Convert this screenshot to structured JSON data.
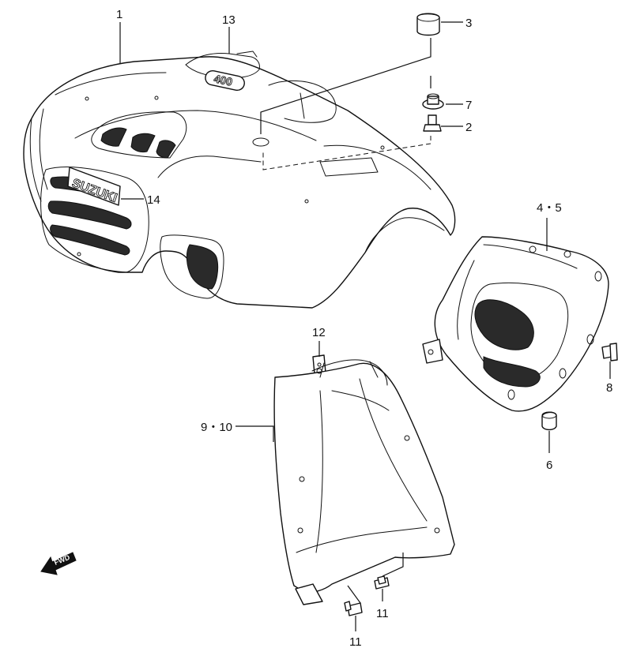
{
  "callouts": {
    "c1": "1",
    "c2": "2",
    "c3": "3",
    "c45": "4・5",
    "c6": "6",
    "c7": "7",
    "c8": "8",
    "c910": "9・10",
    "c11a": "11",
    "c11b": "11",
    "c12": "12",
    "c13": "13",
    "c14": "14"
  },
  "emblems": {
    "brand": "SUZUKI",
    "model": "400"
  },
  "direction": {
    "label": "FWD",
    "icon": "forward-arrow-icon"
  }
}
